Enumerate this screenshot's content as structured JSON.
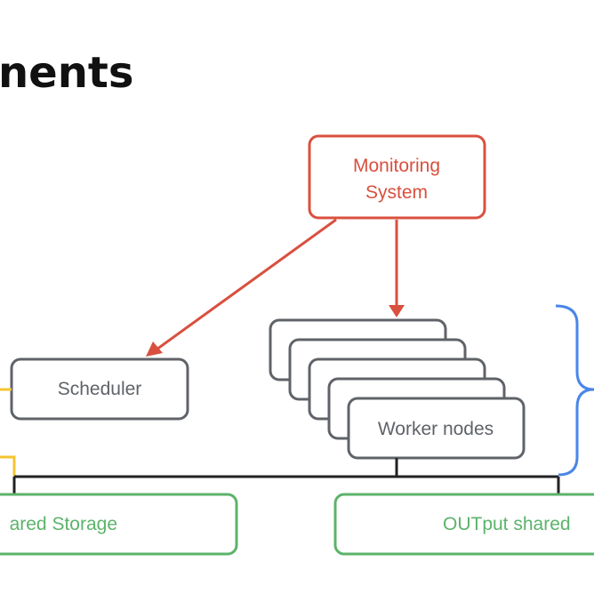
{
  "slide": {
    "title_fragment": "nents"
  },
  "colors": {
    "monitoring": "#D9503F",
    "node": "#5F6368",
    "storage": "#5BB36A",
    "yellow": "#F4C430",
    "bracket": "#4A86E8",
    "bus": "#222222"
  },
  "nodes": {
    "monitoring": {
      "line1": "Monitoring",
      "line2": "System"
    },
    "scheduler": {
      "label": "Scheduler"
    },
    "workers": {
      "label": "Worker nodes",
      "stack_count": 5
    },
    "input_storage": {
      "label": "ared Storage"
    },
    "output_storage": {
      "label": "OUTput shared"
    }
  },
  "edges": [
    {
      "from": "monitoring",
      "to": "scheduler",
      "type": "arrow"
    },
    {
      "from": "monitoring",
      "to": "workers",
      "type": "arrow"
    },
    {
      "from": "workers",
      "to": "bus",
      "type": "line"
    },
    {
      "from": "bus",
      "to": "output_storage",
      "type": "line"
    },
    {
      "from": "bus",
      "to": "input_storage",
      "type": "line"
    }
  ]
}
